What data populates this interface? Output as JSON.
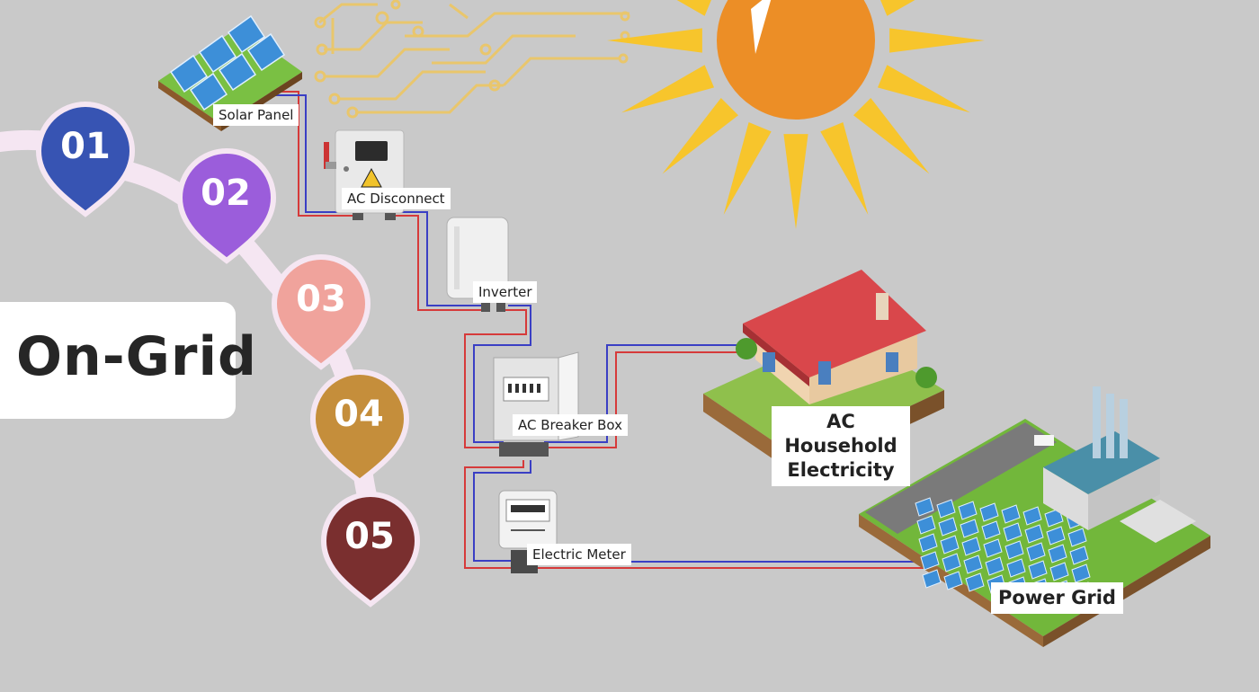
{
  "title": "On-Grid",
  "steps": [
    {
      "label": "01",
      "color": "#3754b3"
    },
    {
      "label": "02",
      "color": "#9b5ddb"
    },
    {
      "label": "03",
      "color": "#f0a39c"
    },
    {
      "label": "04",
      "color": "#c58e3b"
    },
    {
      "label": "05",
      "color": "#7a2f2f"
    }
  ],
  "components": {
    "solar_panel": "Solar Panel",
    "ac_disconnect": "AC Disconnect",
    "inverter": "Inverter",
    "breaker_box": "AC Breaker Box",
    "meter": "Electric Meter",
    "household_line1": "AC Household",
    "household_line2": "Electricity",
    "grid": "Power Grid"
  },
  "colors": {
    "wire_red": "#d63a3a",
    "wire_blue": "#3a3fc4",
    "sun_ray": "#f7c52c",
    "sun_core": "#ec8e26",
    "circuit": "#e9c66c"
  }
}
